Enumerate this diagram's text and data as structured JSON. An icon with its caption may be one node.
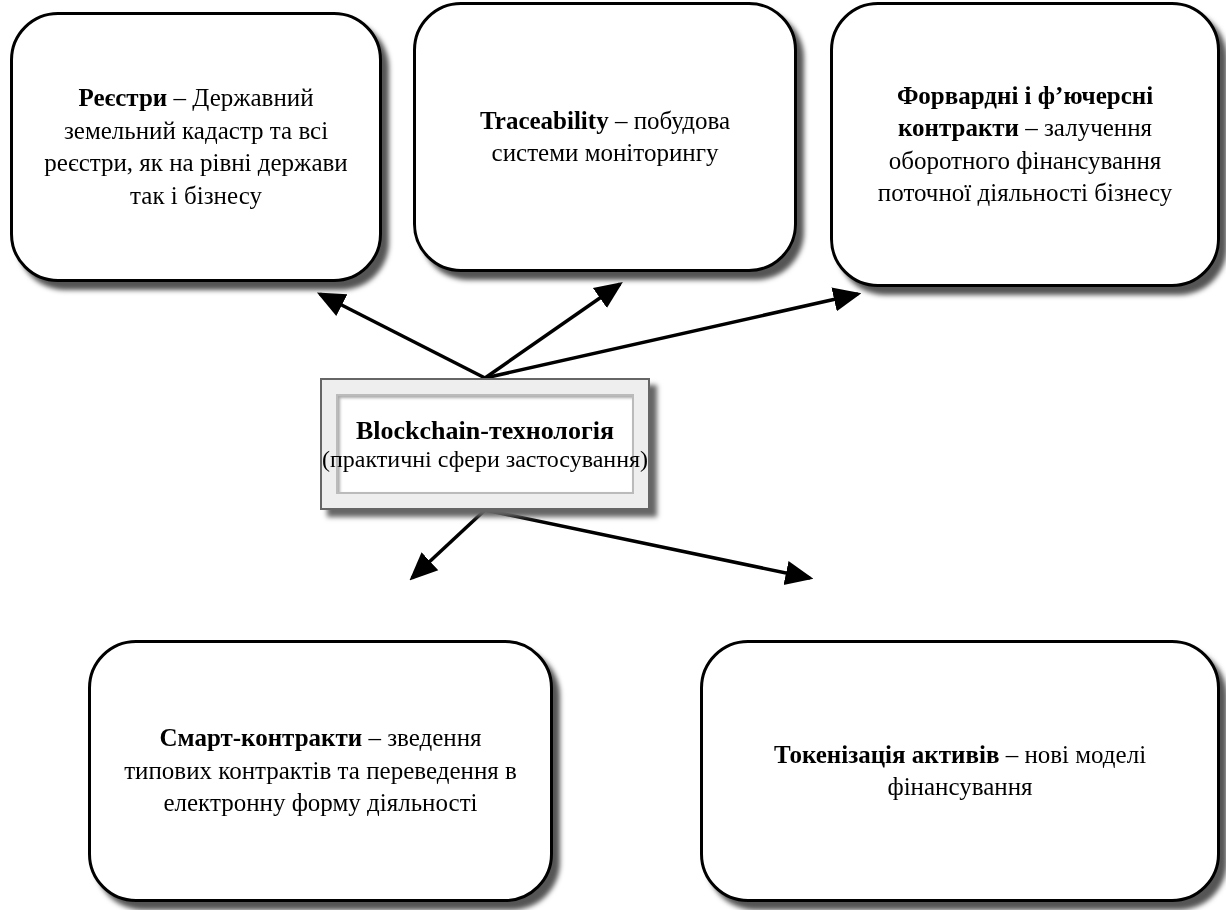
{
  "diagram": {
    "nodes": [
      {
        "text": [
          "Blockchain-технологія",
          "(практичні сфери застосування)"
        ]
      },
      {
        "text": [
          "**Реєстри** – Державний земельний кадастр та всі реєстри, як на рівні держави так і бізнесу"
        ]
      },
      {
        "text": [
          "**Traceability** – побудова системи моніторингу"
        ]
      },
      {
        "text": [
          "**Форвардні і ф’ючерсні контракти** – залучення оборотного фінансування поточної діяльності бізнесу"
        ]
      },
      {
        "text": [
          "**Смарт-контракти** – зведення типових контрактів та переведення в електронну форму діяльності"
        ]
      },
      {
        "text": [
          "**Токенізація активів** – нові моделі фінансування"
        ]
      }
    ],
    "edges": [
      {
        "from": 0,
        "to": 1,
        "arrow": "to"
      },
      {
        "from": 0,
        "to": 2,
        "arrow": "to"
      },
      {
        "from": 0,
        "to": 3,
        "arrow": "to"
      },
      {
        "from": 0,
        "to": 4,
        "arrow": "to"
      },
      {
        "from": 0,
        "to": 5,
        "arrow": "to"
      }
    ]
  }
}
